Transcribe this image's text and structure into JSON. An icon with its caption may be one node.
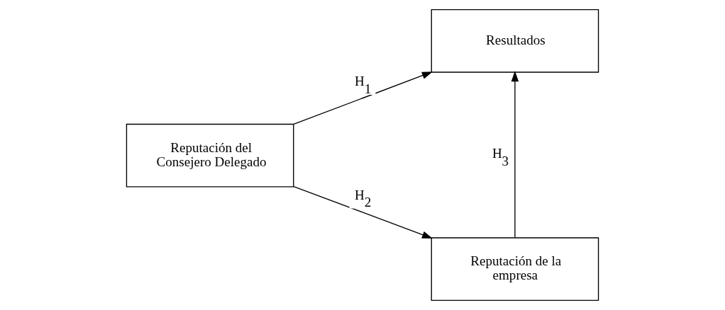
{
  "diagram": {
    "nodes": [
      {
        "text": [
          "Reputación del Consejero Delegado"
        ]
      },
      {
        "text": [
          "Resultados"
        ]
      },
      {
        "text": [
          "Reputación de la empresa"
        ]
      }
    ],
    "edges": [
      {
        "from": 0,
        "to": 1,
        "arrow": "to",
        "label": "H$_{1}$"
      },
      {
        "from": 0,
        "to": 2,
        "arrow": "to",
        "label": "H$_{2}$"
      },
      {
        "from": 2,
        "to": 1,
        "arrow": "to",
        "label": "H$_{3}$"
      }
    ]
  }
}
